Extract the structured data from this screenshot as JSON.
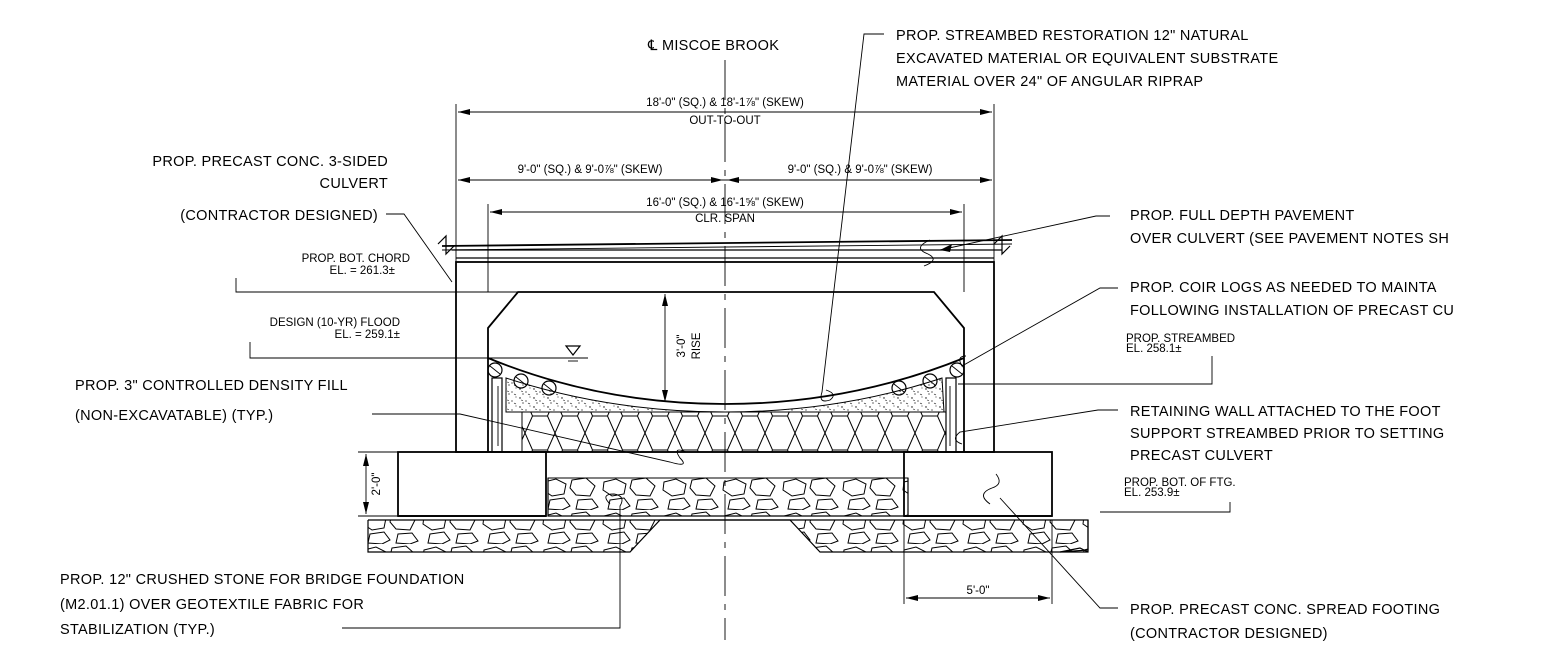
{
  "drawing": {
    "centerline": {
      "symbol": "℄",
      "label": "MISCOE BROOK"
    },
    "dimensions": {
      "out_to_out": {
        "line1": "18'-0\" (SQ.) & 18'-1⅞\" (SKEW)",
        "line2": "OUT-TO-OUT"
      },
      "half_left": "9'-0\" (SQ.) & 9'-0⅞\" (SKEW)",
      "half_right": "9'-0\" (SQ.) & 9'-0⅞\" (SKEW)",
      "clear_span": {
        "line1": "16'-0\" (SQ.) & 16'-1⅝\" (SKEW)",
        "line2": "CLR. SPAN"
      },
      "rise": "3'-0\"",
      "rise_label": "RISE",
      "footing_height": "2'-0\"",
      "footing_width": "5'-0\""
    },
    "elevations": {
      "bot_chord": {
        "label": "PROP. BOT. CHORD",
        "value": "EL. = 261.3±"
      },
      "flood": {
        "label": "DESIGN (10-YR) FLOOD",
        "value": "EL. = 259.1±"
      },
      "streambed": {
        "label": "PROP. STREAMBED",
        "value": "EL. 258.1±"
      },
      "bot_ftg": {
        "label": "PROP. BOT. OF FTG.",
        "value": "EL. 253.9±"
      }
    },
    "notes": {
      "culvert": [
        "PROP. PRECAST CONC. 3-SIDED",
        "CULVERT",
        "(CONTRACTOR DESIGNED)"
      ],
      "cdf": [
        "PROP. 3\" CONTROLLED DENSITY FILL",
        "(NON-EXCAVATABLE) (TYP.)"
      ],
      "crushed_stone": [
        "PROP. 12\" CRUSHED STONE FOR BRIDGE FOUNDATION",
        "(M2.01.1) OVER GEOTEXTILE FABRIC FOR",
        "STABILIZATION (TYP.)"
      ],
      "streambed_restoration": [
        "PROP. STREAMBED RESTORATION 12\" NATURAL",
        "EXCAVATED MATERIAL OR EQUIVALENT SUBSTRATE",
        "MATERIAL OVER 24\" OF ANGULAR RIPRAP"
      ],
      "pavement": [
        "PROP. FULL DEPTH PAVEMENT",
        "OVER CULVERT (SEE PAVEMENT NOTES SH"
      ],
      "coir": [
        "PROP. COIR LOGS AS NEEDED TO MAINTA",
        "FOLLOWING INSTALLATION OF PRECAST CU"
      ],
      "retaining": [
        "RETAINING WALL ATTACHED TO THE FOOT",
        "SUPPORT STREAMBED PRIOR TO SETTING",
        "PRECAST CULVERT"
      ],
      "footing": [
        "PROP. PRECAST CONC. SPREAD FOOTING",
        "(CONTRACTOR DESIGNED)"
      ]
    }
  }
}
